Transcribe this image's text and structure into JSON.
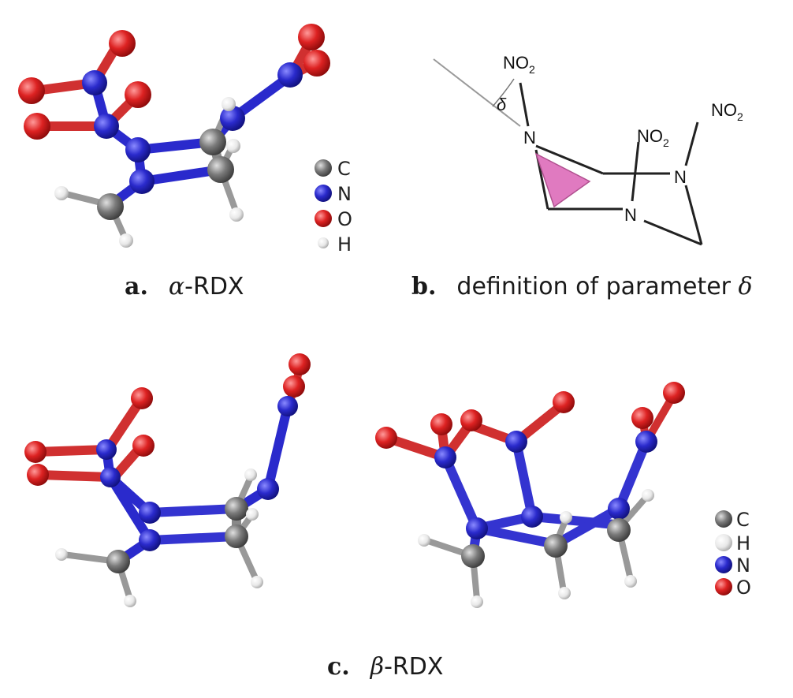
{
  "captions": {
    "a_letter": "a.",
    "a_symbol": "α",
    "a_text": "-RDX",
    "b_letter": "b.",
    "b_text": "definition of parameter ",
    "b_symbol": "δ",
    "c_letter": "c.",
    "c_symbol": "β",
    "c_text": "-RDX"
  },
  "legend_a": [
    {
      "label": "C",
      "color": "#7a7a7a"
    },
    {
      "label": "N",
      "color": "#2a2acc"
    },
    {
      "label": "O",
      "color": "#dd2222"
    },
    {
      "label": "H",
      "color": "#e8e8e8"
    }
  ],
  "legend_c": [
    {
      "label": "C",
      "color": "#7a7a7a"
    },
    {
      "label": "H",
      "color": "#e8e8e8"
    },
    {
      "label": "N",
      "color": "#2a2acc"
    },
    {
      "label": "O",
      "color": "#dd2222"
    }
  ],
  "diagram_b": {
    "no2_main": "NO",
    "no2_sub": "2",
    "n_label": "N",
    "delta": "δ",
    "triangle_color": "#e07ac0"
  },
  "atom_colors": {
    "C": "#7a7a7a",
    "N": "#2a2acc",
    "O": "#dd2222",
    "H": "#f0f0f0"
  }
}
